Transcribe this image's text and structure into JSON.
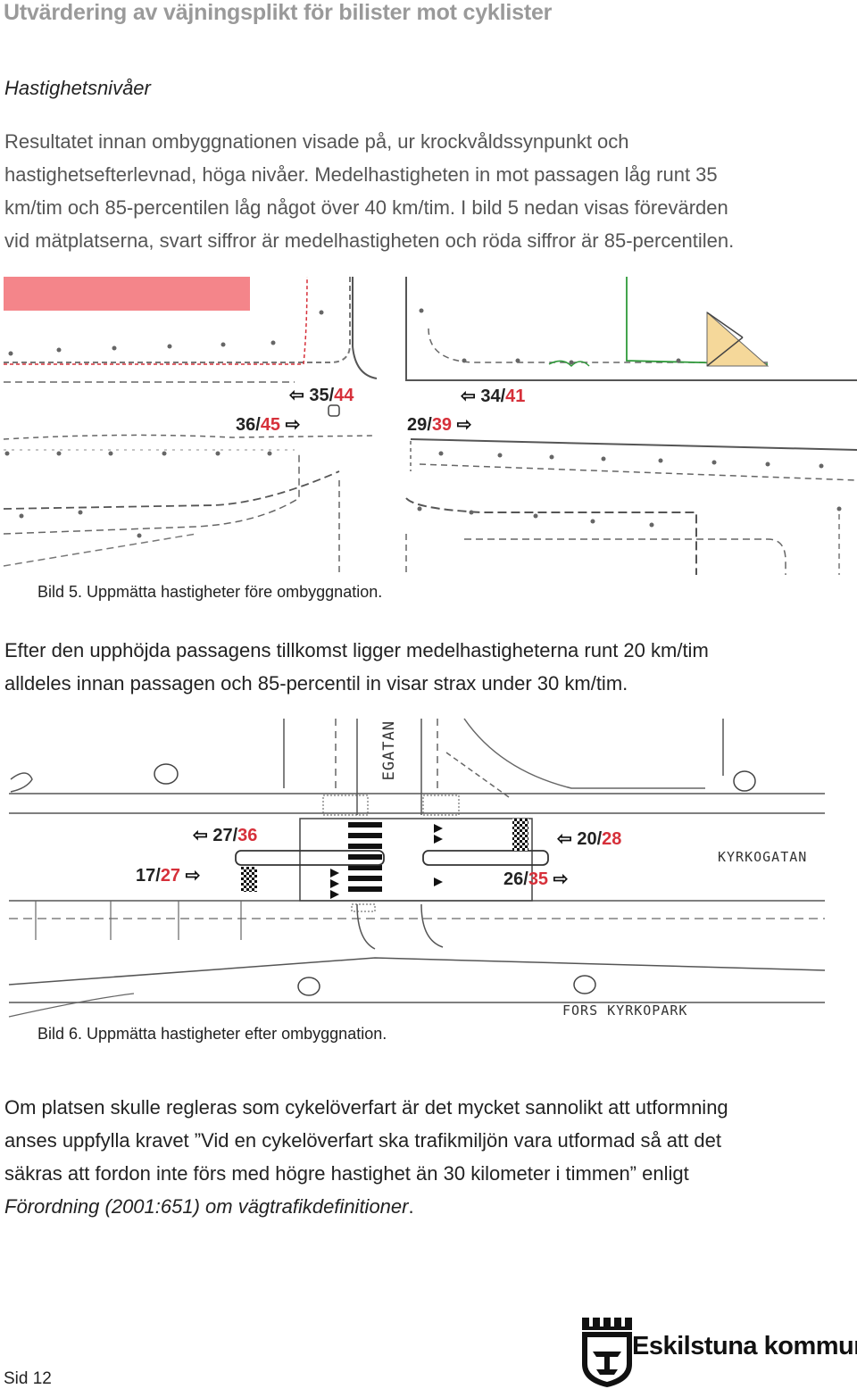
{
  "header": {
    "title": "Utvärdering av väjningsplikt för bilister mot cyklister"
  },
  "section": {
    "heading": "Hastighetsnivåer"
  },
  "para1": {
    "lines": [
      "Resultatet innan ombyggnationen visade på, ur krockvåldssynpunkt och",
      "hastighetsefterlevnad, höga nivåer. Medelhastigheten in mot passagen låg runt 35",
      "km/tim och 85-percentilen låg något över 40 km/tim. I bild 5 nedan visas förevärden",
      "vid mätplatserna, svart siffror är medelhastigheten och röda siffror är 85-percentilen."
    ]
  },
  "figure5": {
    "caption": "Bild 5. Uppmätta hastigheter före ombyggnation.",
    "labels": [
      {
        "mean": "35",
        "p85": "44",
        "dir": "left"
      },
      {
        "mean": "34",
        "p85": "41",
        "dir": "left"
      },
      {
        "mean": "36",
        "p85": "45",
        "dir": "right"
      },
      {
        "mean": "29",
        "p85": "39",
        "dir": "right"
      }
    ]
  },
  "para2": {
    "lines": [
      "Efter den upphöjda passagens tillkomst ligger medelhastigheterna runt 20 km/tim",
      "alldeles innan passagen och 85-percentil in visar strax under 30 km/tim."
    ]
  },
  "figure6": {
    "caption": "Bild 6. Uppmätta hastigheter efter ombyggnation.",
    "street_top": "EGATAN",
    "street_right": "KYRKOGATAN",
    "park": "FORS KYRKOPARK",
    "labels": [
      {
        "mean": "27",
        "p85": "36",
        "dir": "left"
      },
      {
        "mean": "20",
        "p85": "28",
        "dir": "left"
      },
      {
        "mean": "17",
        "p85": "27",
        "dir": "right"
      },
      {
        "mean": "26",
        "p85": "35",
        "dir": "right"
      }
    ]
  },
  "para3": {
    "line1": "Om platsen skulle regleras som cykelöverfart är det mycket sannolikt att utformning",
    "line2": "anses uppfylla kravet ”Vid en cykelöverfart ska trafikmiljön vara utformad så att det",
    "line3": "säkras att fordon inte förs med högre hastighet än 30 kilometer i timmen” enligt",
    "line4": "Förordning (2001:651) om vägtrafikdefinitioner",
    "line4_end": "."
  },
  "arrows": {
    "left": "⇦",
    "right": "⇨",
    "sep": "/"
  },
  "footer": {
    "page": "Sid 12",
    "logo_text": "Eskilstuna kommun"
  },
  "colors": {
    "red_value": "#d6303a",
    "header_grey": "#9a9a9a",
    "pink_block": "#f4858a"
  }
}
